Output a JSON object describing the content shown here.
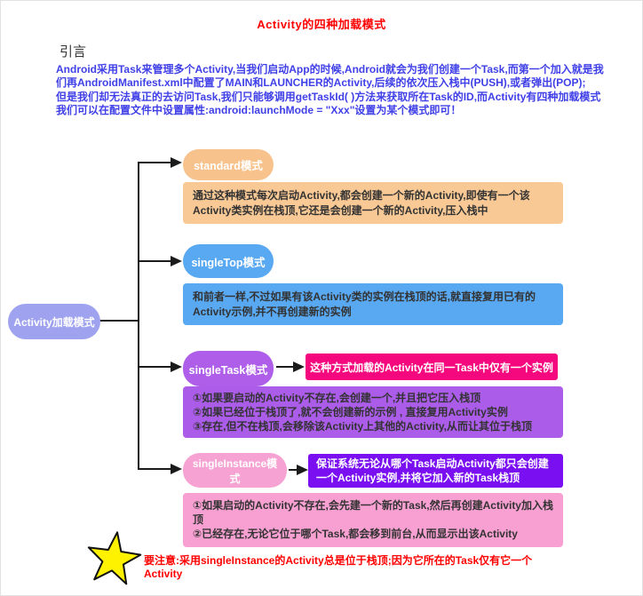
{
  "header": {
    "title": "Activity的四种加载模式",
    "intro_heading": "引言",
    "intro_lines": [
      "Android采用Task来管理多个Activity,当我们启动App的时候,Android就会为我们创建一个Task,而第一个加入就是我",
      "们再AndroidManifest.xml中配置了MAIN和LAUNCHER的Activity,后续的依次压入栈中(PUSH),或者弹出(POP);",
      "但是我们却无法真正的去访问Task,我们只能够调用getTaskId( )方法来获取所在Task的ID,而Activity有四种加载模式",
      "我们可以在配置文件中设置属性:android:launchMode = \"Xxx\"设置为某个模式即可！"
    ]
  },
  "root": {
    "label": "Activity加载模式"
  },
  "branches": [
    {
      "label": "standard模式",
      "desc": "通过这种模式每次启动Activity,都会创建一个新的Activity,即使有一个该Activity类实例在栈顶,它还是会创建一个新的Activity,压入栈中"
    },
    {
      "label": "singleTop模式",
      "desc": "和前者一样,不过如果有该Activity类的实例在栈顶的话,就直接复用已有的Activity示例,并不再创建新的实例"
    },
    {
      "label": "singleTask模式",
      "callout": "这种方式加载的Activity在同一Task中仅有一个实例",
      "desc_lines": [
        "①如果要启动的Activity不存在,会创建一个,并且把它压入栈顶",
        "②如果已经位于栈顶了,就不会创建新的示例 , 直接复用Activity实例",
        "③存在,但不在栈顶,会移除该Activity上其他的Activity,从而让其位于栈顶"
      ]
    },
    {
      "label": "singleInstance模式",
      "callout": "保证系统无论从哪个Task启动Activity都只会创建一个Activity实例,并将它加入新的Task栈顶",
      "desc_lines": [
        "①如果启动的Activity不存在,会先建一个新的Task,然后再创建Activity加入栈顶",
        "②已经存在,无论它位于哪个Task,都会移到前台,从而显示出该Activity"
      ]
    }
  ],
  "footer": {
    "note": "要注意:采用singleInstance的Activity总是位于栈顶;因为它所在的Task仅有它一个Activity"
  },
  "icons": {
    "star": "star-icon",
    "arrowhead": "arrow-right-icon"
  },
  "colors": {
    "title_red": "#fe0000",
    "intro_blue": "#4040e8",
    "root_lavender": "#9fa2ef",
    "standard_orange": "#f8c28d",
    "standard_box_orange": "#f9c995",
    "singletop_blue": "#58a8f2",
    "singletask_purple": "#ae5ee9",
    "singletask_box_purple": "#ab5ce9",
    "singletask_callout_magenta": "#f5087e",
    "singleinstance_pink": "#f6a2d2",
    "singleinstance_box_pink": "#f9a0d2",
    "singleinstance_callout_violet": "#7a10f2",
    "star_yellow": "#fff200",
    "connector_black": "#1b1b1b"
  }
}
